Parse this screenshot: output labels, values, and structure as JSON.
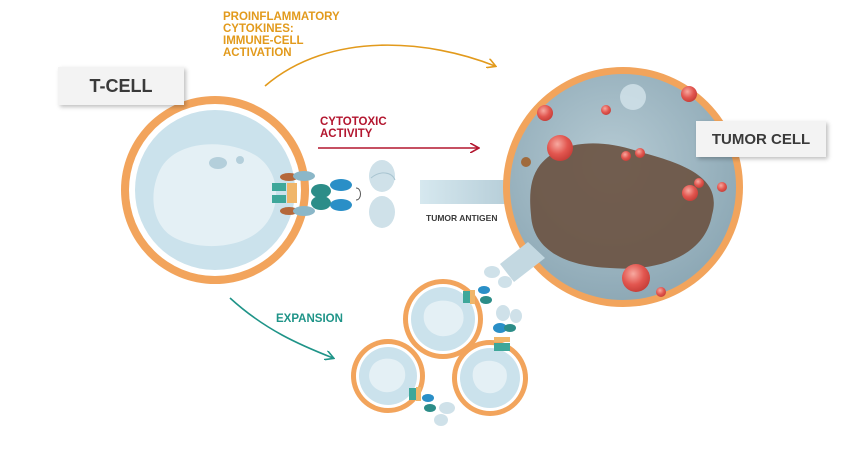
{
  "labels": {
    "tcell": "T-CELL",
    "tumor_cell": "TUMOR CELL",
    "cytokines_line1": "PROINFLAMMATORY",
    "cytokines_line2": "CYTOKINES:",
    "cytokines_line3": "IMMUNE-CELL",
    "cytokines_line4": "ACTIVATION",
    "cytotoxic_line1": "CYTOTOXIC",
    "cytotoxic_line2": "ACTIVITY",
    "tumor_antigen": "TUMOR ANTIGEN",
    "expansion": "EXPANSION"
  },
  "colors": {
    "cytokines": "#e29a1c",
    "cytotoxic": "#b3162f",
    "expansion": "#1f9488",
    "cell_membrane": "#f2a45c",
    "cell_body": "#cbe2ec",
    "tumor_body": "#9db8c4",
    "tumor_nucleus": "#6b5443"
  }
}
